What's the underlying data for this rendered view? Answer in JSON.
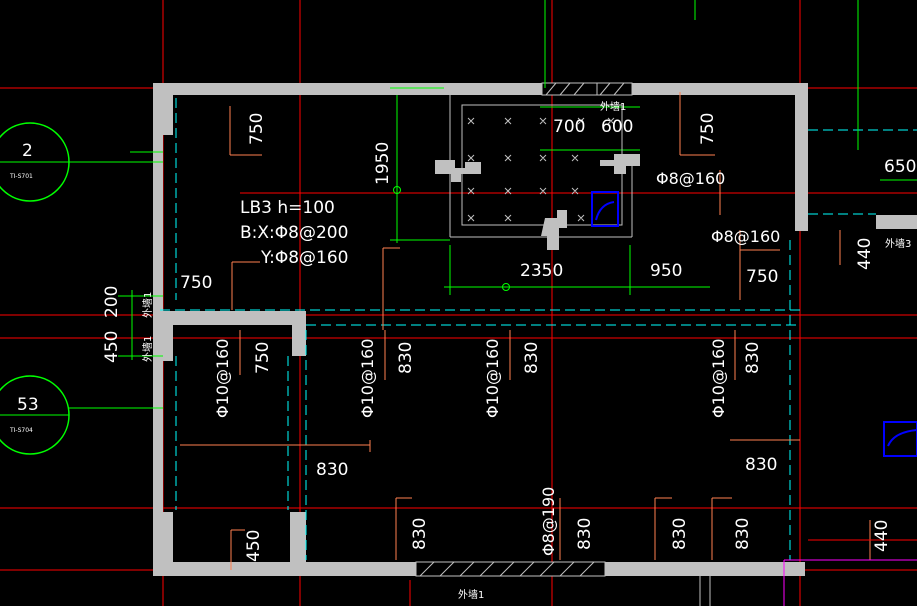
{
  "drawing": {
    "axis_bubbles": [
      {
        "number": "2",
        "ref": "TI-S701"
      },
      {
        "number": "53",
        "ref": "TI-S704"
      }
    ],
    "slab_label": {
      "line1": "LB3 h=100",
      "line2": "B:X:Φ8@200",
      "line3": "Y:Φ8@160"
    },
    "dimensions": {
      "d750_top_left": "750",
      "d1950": "1950",
      "d700": "700",
      "d600": "600",
      "d750_top_right": "750",
      "d650": "650",
      "d750_left": "750",
      "d2350": "2350",
      "d950": "950",
      "d750_right": "750",
      "d440_right": "440",
      "d200": "200",
      "d450_left": "450",
      "d750_left_mid": "750",
      "d830_a": "830",
      "d830_b": "830",
      "d830_c": "830",
      "d830_left": "830",
      "d830_right": "830",
      "d450_bottom": "450",
      "d830_bot_a": "830",
      "d830_bot_b": "830",
      "d830_bot_c": "830",
      "d830_bot_d": "830",
      "d440_bottom_right": "440"
    },
    "rebars": {
      "r_phi8_160_a": "Φ8@160",
      "r_phi8_160_b": "Φ8@160",
      "r_phi10_160_a": "Φ10@160",
      "r_phi10_160_b": "Φ10@160",
      "r_phi10_160_c": "Φ10@160",
      "r_phi10_160_d": "Φ10@160",
      "r_phi8_190": "Φ8@190"
    },
    "wall_labels": {
      "top": "外墙1",
      "left_upper": "外墙1",
      "left_lower": "外墙1",
      "right": "外墙3",
      "bottom": "外墙1"
    },
    "colors": {
      "background": "#000000",
      "wall": "#c0c0c0",
      "axis_red": "#ff0000",
      "dim_green": "#00ff00",
      "text": "#ffffff",
      "blue": "#0000ff",
      "cyan_dashed": "#00ffff",
      "dim_leader_orange": "#ff7f50",
      "magenta": "#ff00ff"
    }
  }
}
